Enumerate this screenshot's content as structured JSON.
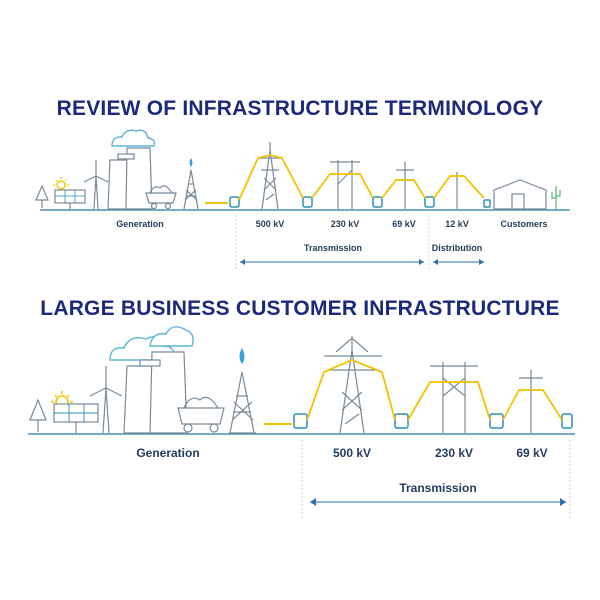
{
  "section1": {
    "title": "REVIEW OF INFRASTRUCTURE TERMINOLOGY",
    "labels": {
      "generation": "Generation",
      "kv500": "500 kV",
      "kv230": "230 kV",
      "kv69": "69 kV",
      "kv12": "12 kV",
      "customers": "Customers",
      "transmission": "Transmission",
      "distribution": "Distribution"
    }
  },
  "section2": {
    "title": "LARGE BUSINESS CUSTOMER INFRASTRUCTURE",
    "labels": {
      "generation": "Generation",
      "kv500": "500 kV",
      "kv230": "230 kV",
      "kv69": "69 kV",
      "transmission": "Transmission"
    }
  },
  "colors": {
    "title": "#1b2a7a",
    "wire": "#f2c300",
    "ground": "#4a8fb8",
    "accent": "#2f8fb8"
  }
}
